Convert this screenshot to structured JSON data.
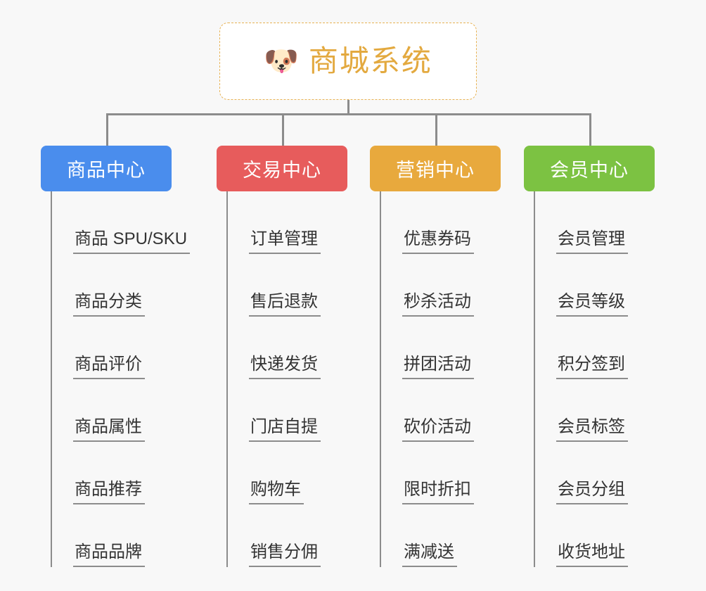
{
  "page": {
    "background_color": "#f8f8f8",
    "line_color": "#8c8c8c"
  },
  "root": {
    "icon": "dog-face-emoji",
    "emoji": "🐶",
    "title": "商城系统",
    "text_color": "#e3a93f",
    "border_color": "#e8b355"
  },
  "columns": [
    {
      "id": "product-center",
      "title": "商品中心",
      "color": "#4a8ded",
      "items": [
        "商品 SPU/SKU",
        "商品分类",
        "商品评价",
        "商品属性",
        "商品推荐",
        "商品品牌"
      ]
    },
    {
      "id": "trade-center",
      "title": "交易中心",
      "color": "#e75c5c",
      "items": [
        "订单管理",
        "售后退款",
        "快递发货",
        "门店自提",
        "购物车",
        "销售分佣"
      ]
    },
    {
      "id": "marketing-center",
      "title": "营销中心",
      "color": "#e8a93d",
      "items": [
        "优惠券码",
        "秒杀活动",
        "拼团活动",
        "砍价活动",
        "限时折扣",
        "满减送"
      ]
    },
    {
      "id": "member-center",
      "title": "会员中心",
      "color": "#7cc242",
      "items": [
        "会员管理",
        "会员等级",
        "积分签到",
        "会员标签",
        "会员分组",
        "收货地址"
      ]
    }
  ]
}
